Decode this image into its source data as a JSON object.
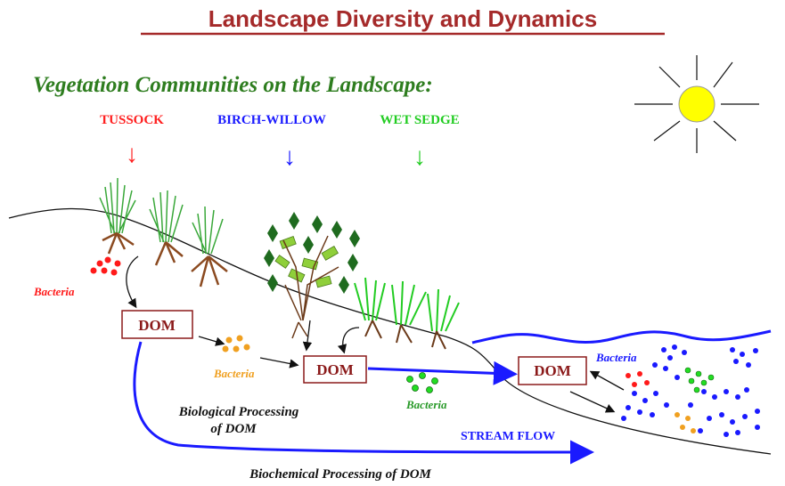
{
  "title": "Landscape Diversity and Dynamics",
  "subtitle": "Vegetation Communities on the Landscape:",
  "communities": [
    {
      "label": "TUSSOCK",
      "color": "#ff2020"
    },
    {
      "label": "BIRCH-WILLOW",
      "color": "#1a1aff"
    },
    {
      "label": "WET SEDGE",
      "color": "#22cc22"
    }
  ],
  "arrow_glyph": "↓",
  "bacteria": [
    {
      "label": "Bacteria",
      "color": "#ff1a1a"
    },
    {
      "label": "Bacteria",
      "color": "#f0a020"
    },
    {
      "label": "Bacteria",
      "color": "#2a9a2a"
    },
    {
      "label": "Bacteria",
      "color": "#1a1aff"
    }
  ],
  "dom_label": "DOM",
  "labels": {
    "biological": [
      "Biological Processing",
      "of DOM"
    ],
    "stream_flow": "STREAM FLOW",
    "biochemical": "Biochemical Processing of DOM"
  },
  "colors": {
    "title": "#a52a2a",
    "subtitle": "#2e7d1f",
    "dom_border": "#8b1a1a",
    "water": "#1a1aff",
    "sun": "#ffff00"
  }
}
